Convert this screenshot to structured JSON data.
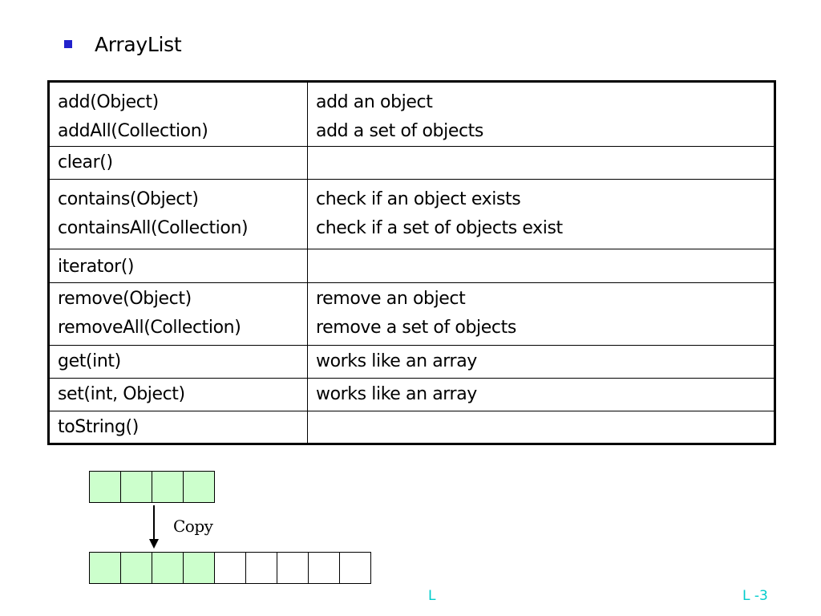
{
  "slide": {
    "heading": "ArrayList",
    "bullet_color": "#2222cc"
  },
  "table": {
    "rows": [
      {
        "methods": [
          "add(Object)",
          "addAll(Collection)"
        ],
        "descriptions": [
          "add an object",
          "add a set of objects"
        ]
      },
      {
        "methods": [
          "clear()"
        ],
        "descriptions": []
      },
      {
        "methods": [
          "contains(Object)",
          "containsAll(Collection)"
        ],
        "descriptions": [
          "check if an object exists",
          "check if a set of objects exist"
        ]
      },
      {
        "methods": [
          "iterator()"
        ],
        "descriptions": []
      },
      {
        "methods": [
          "remove(Object)",
          "removeAll(Collection)"
        ],
        "descriptions": [
          "remove an object",
          "remove a set of objects"
        ]
      },
      {
        "methods": [
          "get(int)"
        ],
        "descriptions": [
          "works like an array"
        ]
      },
      {
        "methods": [
          "set(int, Object)"
        ],
        "descriptions": [
          "works like an array"
        ]
      },
      {
        "methods": [
          "toString()"
        ],
        "descriptions": []
      }
    ]
  },
  "diagram": {
    "copy_label": "Copy",
    "top_array": {
      "filled": 4,
      "empty": 0
    },
    "bottom_array": {
      "filled": 4,
      "empty": 5
    },
    "filled_color": "#ccffcc",
    "empty_color": "#ffffff",
    "arrow_icon": "arrow-down-icon"
  },
  "footer": {
    "left": "L",
    "right": "L -3",
    "color": "#00cccc"
  }
}
